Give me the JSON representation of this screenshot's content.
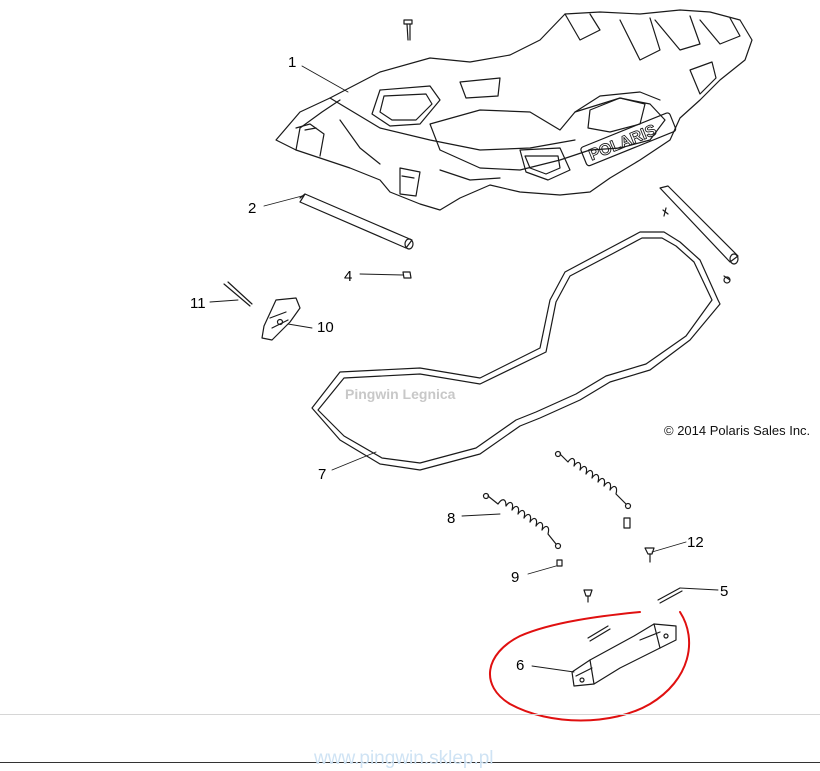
{
  "diagram": {
    "copyright": "© 2014 Polaris Sales Inc.",
    "brand_logo": "POLARIS",
    "watermark_center": "Pingwin Legnica",
    "watermark_bottom": "www.pingwin.sklep.pl",
    "callouts": [
      {
        "id": "1",
        "label": "1",
        "part": "hood-body"
      },
      {
        "id": "2",
        "label": "2",
        "part": "tube-left"
      },
      {
        "id": "4",
        "label": "4",
        "part": "nut"
      },
      {
        "id": "11",
        "label": "11",
        "part": "pin"
      },
      {
        "id": "10",
        "label": "10",
        "part": "latch"
      },
      {
        "id": "7",
        "label": "7",
        "part": "seal"
      },
      {
        "id": "8",
        "label": "8",
        "part": "spring-left"
      },
      {
        "id": "9",
        "label": "9",
        "part": "screw-left"
      },
      {
        "id": "12",
        "label": "12",
        "part": "screw-right"
      },
      {
        "id": "5",
        "label": "5",
        "part": "rod"
      },
      {
        "id": "6",
        "label": "6",
        "part": "bracket"
      }
    ],
    "colors": {
      "line": "#1a1a1a",
      "highlight_circle": "#e01010",
      "watermark": "#c8c8c8",
      "footer_watermark": "#cfe3f4"
    }
  }
}
